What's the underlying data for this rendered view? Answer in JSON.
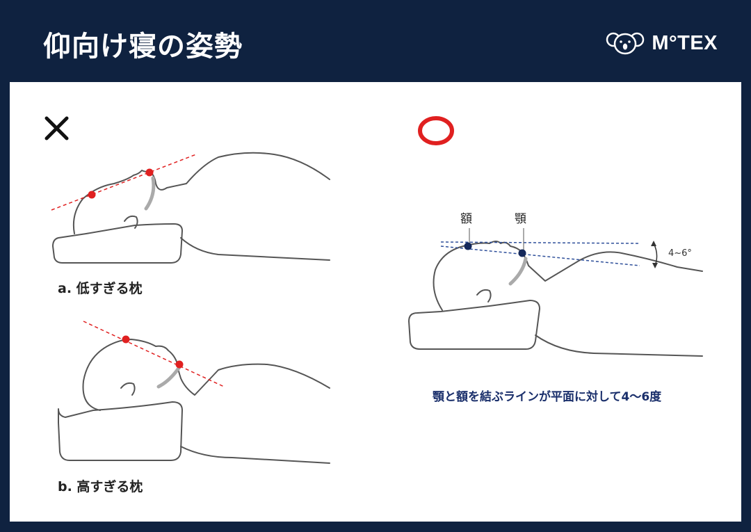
{
  "header": {
    "title": "仰向け寝の姿勢",
    "brand": "M°TEX",
    "brand_icon": "koala-icon"
  },
  "marks": {
    "wrong": "×",
    "right": "○"
  },
  "figures": {
    "a_label": "a. 低すぎる枕",
    "b_label": "b. 高すぎる枕",
    "forehead": "額",
    "chin": "顎",
    "angle": "4~6°",
    "caption": "顎と額を結ぶラインが平面に対して4〜6度"
  },
  "colors": {
    "navy": "#0f2240",
    "red": "#e02020",
    "blue_point": "#14285a",
    "caption": "#1a2f6b",
    "outline": "#555555"
  }
}
